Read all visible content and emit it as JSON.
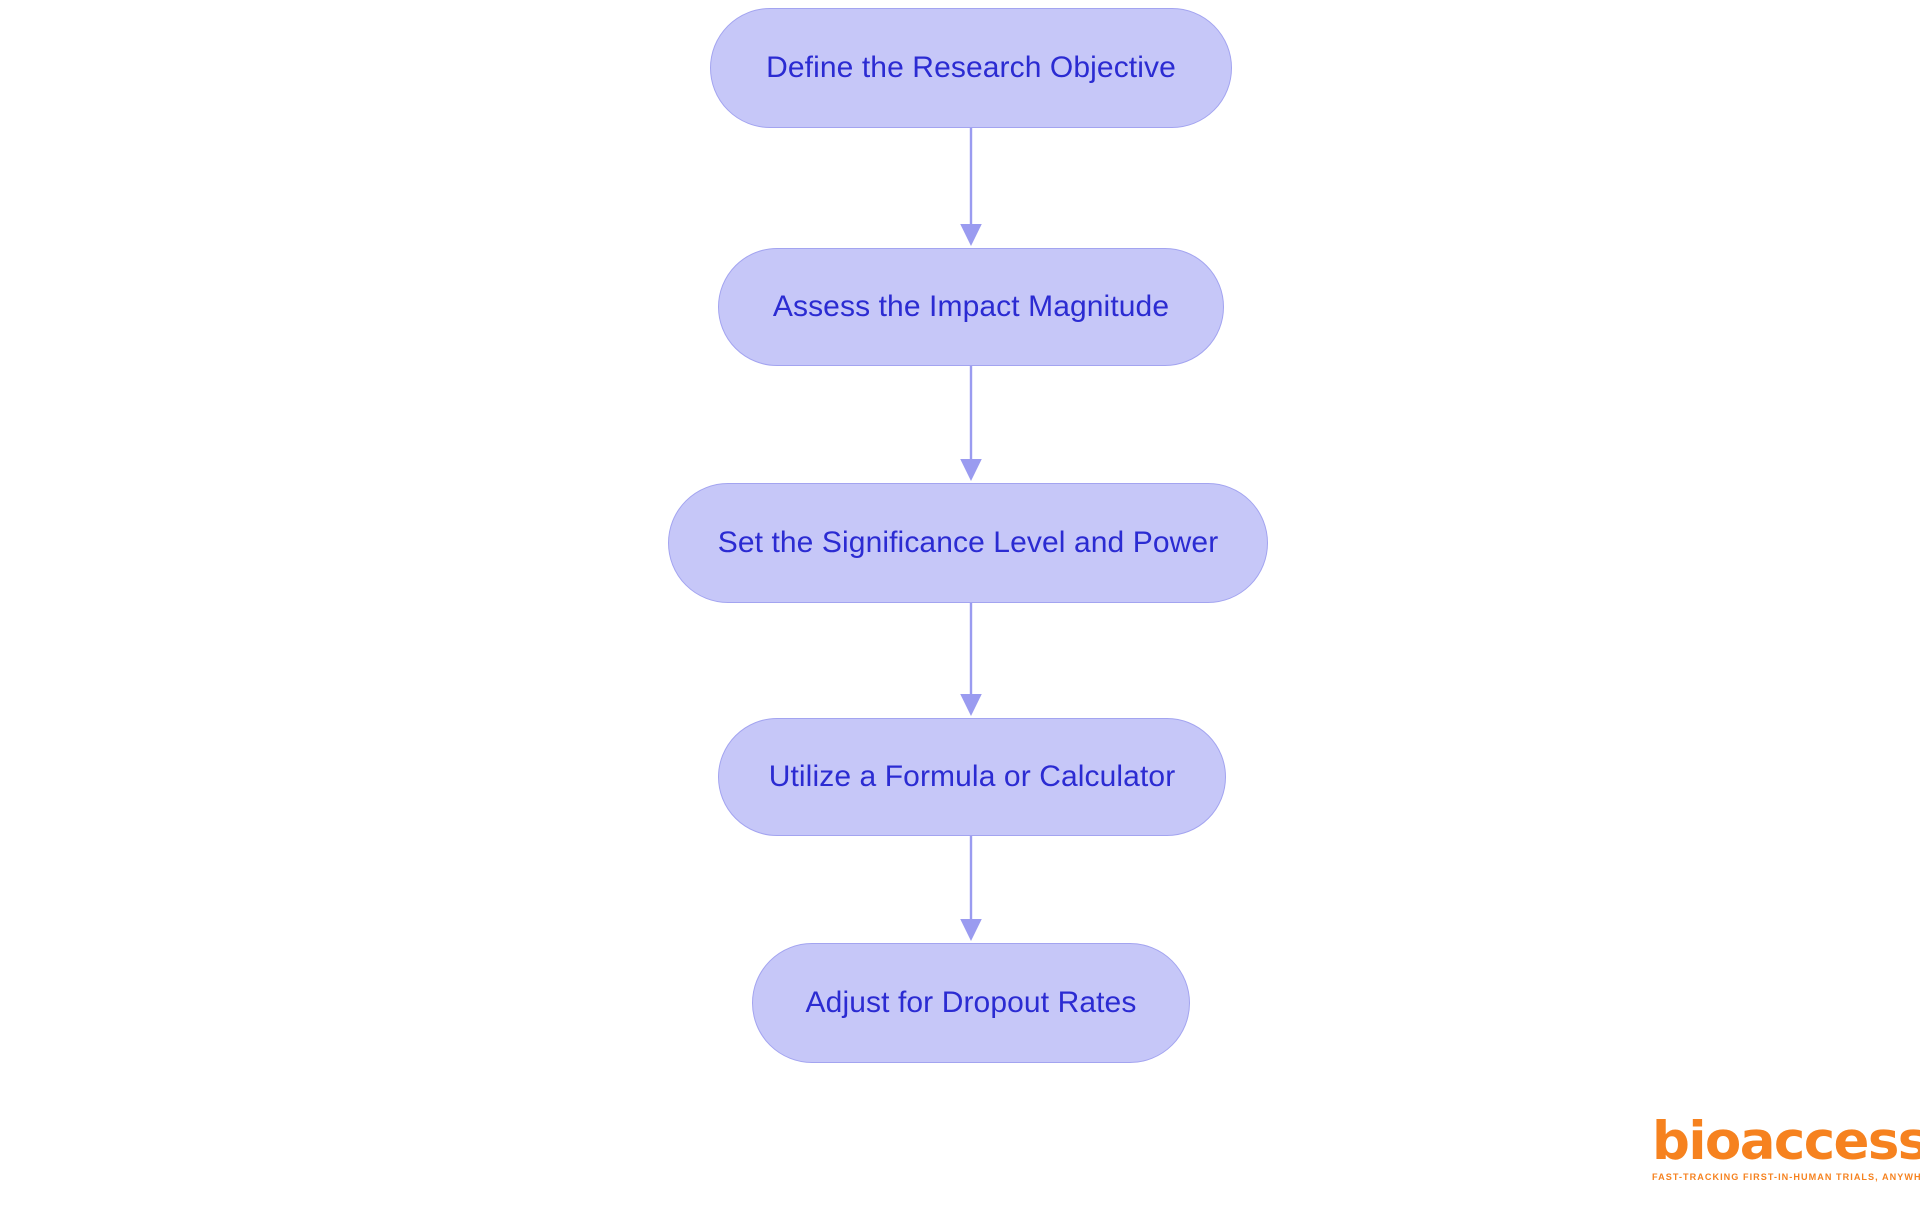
{
  "diagram": {
    "type": "flowchart",
    "orientation": "top-to-bottom",
    "background_color": "#ffffff",
    "node_fill_color": "#c6c7f8",
    "node_border_color": "#a3a4f0",
    "node_text_color": "#2b2bd2",
    "connector_color": "#9a9bf0",
    "nodes": [
      {
        "id": "n1",
        "label": "Define the Research Objective"
      },
      {
        "id": "n2",
        "label": "Assess the Impact Magnitude"
      },
      {
        "id": "n3",
        "label": "Set the Significance Level and Power"
      },
      {
        "id": "n4",
        "label": "Utilize a Formula or Calculator"
      },
      {
        "id": "n5",
        "label": "Adjust for Dropout Rates"
      }
    ],
    "edges": [
      {
        "from": "n1",
        "to": "n2",
        "label": ""
      },
      {
        "from": "n2",
        "to": "n3",
        "label": ""
      },
      {
        "from": "n3",
        "to": "n4",
        "label": ""
      },
      {
        "from": "n4",
        "to": "n5",
        "label": ""
      }
    ]
  },
  "brand": {
    "wordmark": "bioaccess",
    "registered_mark": "®",
    "tagline": "FAST-TRACKING FIRST-IN-HUMAN TRIALS, ANYWHERE",
    "color": "#f6821f"
  }
}
